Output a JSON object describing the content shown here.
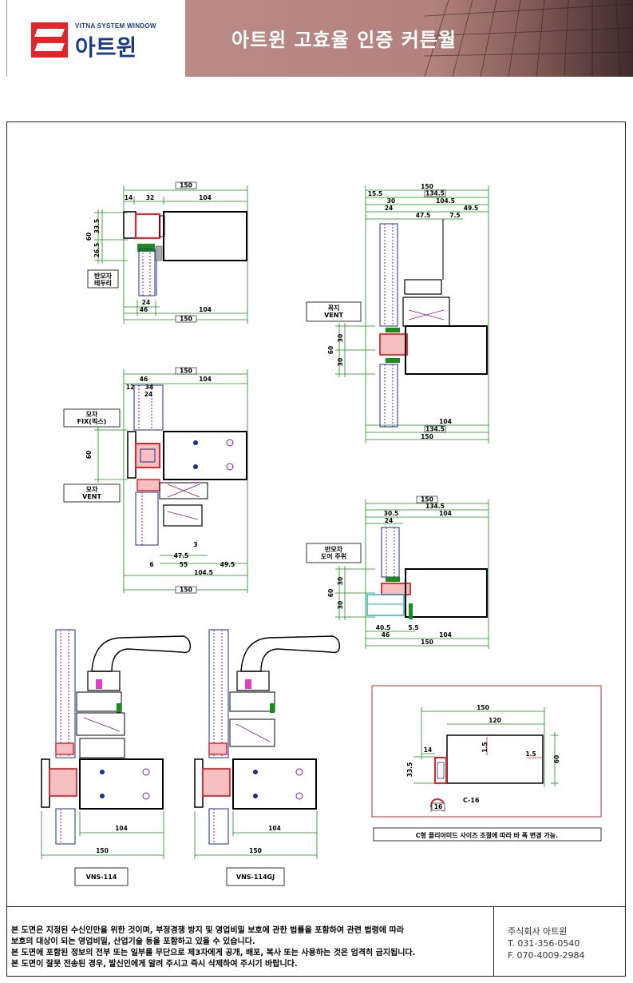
{
  "header": {
    "logo_subtitle": "VITNA SYSTEM WINDOW",
    "logo_name": "아트윈",
    "banner_title": "아트윈 고효율 인증 커튼월",
    "colors": {
      "brand_red": "#e0262b",
      "brand_blue": "#1a3a8c"
    }
  },
  "drawings": {
    "d1": {
      "label_lines": [
        "반모자",
        "테두리"
      ],
      "dims": [
        "150",
        "14",
        "32",
        "104",
        "60",
        "33.5",
        "26.5",
        "24",
        "46",
        "104",
        "150"
      ]
    },
    "d2": {
      "label_lines": [
        "모자",
        "FIX(픽스)"
      ],
      "label2_lines": [
        "모자",
        "VENT"
      ],
      "dims": [
        "150",
        "46",
        "104",
        "12",
        "34",
        "24",
        "60",
        "3",
        "47.5",
        "6",
        "55",
        "49.5",
        "104.5",
        "150"
      ]
    },
    "d3": {
      "label_lines": [
        "꼭지",
        "VENT"
      ],
      "dims": [
        "150",
        "15.5",
        "134.5",
        "30",
        "104.5",
        "24",
        "49.5",
        "47.5",
        "7.5",
        "60",
        "30",
        "30",
        "104",
        "134.5",
        "150"
      ]
    },
    "d4": {
      "label_lines": [
        "반모자",
        "도어 주위"
      ],
      "dims": [
        "150",
        "134.5",
        "30.5",
        "104",
        "24",
        "60",
        "30",
        "30",
        "40.5",
        "5.5",
        "46",
        "104",
        "150"
      ]
    },
    "d5": {
      "label": "VNS-114",
      "dims": [
        "104",
        "150"
      ]
    },
    "d6": {
      "label": "VNS-114GJ",
      "dims": [
        "104",
        "150"
      ]
    },
    "c16": {
      "dims": [
        "150",
        "120",
        "14",
        "1.5",
        "1.5",
        "33.5",
        "60",
        "16"
      ],
      "label": "C-16",
      "note": "C형 플리아미드 사이즈 조절에 따라 바 폭 변경 가능."
    }
  },
  "footer": {
    "notice_lines": [
      "본 도면은 지정된 수신인만을 위한 것이며, 부정경쟁 방지 및 영업비밀 보호에 관한 법률을 포함하여 관련 법령에 따라",
      "보호의 대상이 되는 영업비밀, 산업기술 등을 포함하고 있을 수 있습니다.",
      "본 도면에 포함된 정보의 전부 또는 일부를 무단으로 제3자에게 공개, 배포, 복사 또는 사용하는 것은 엄격히 금지됩니다.",
      "본 도면이 잘못 전송된 경우, 발신인에게 알려 주시고 즉시 삭제하여 주시기 바랍니다."
    ],
    "company_name": "주식회사 아트윈",
    "tel": "T. 031-356-0540",
    "fax": "F. 070-4009-2984"
  }
}
